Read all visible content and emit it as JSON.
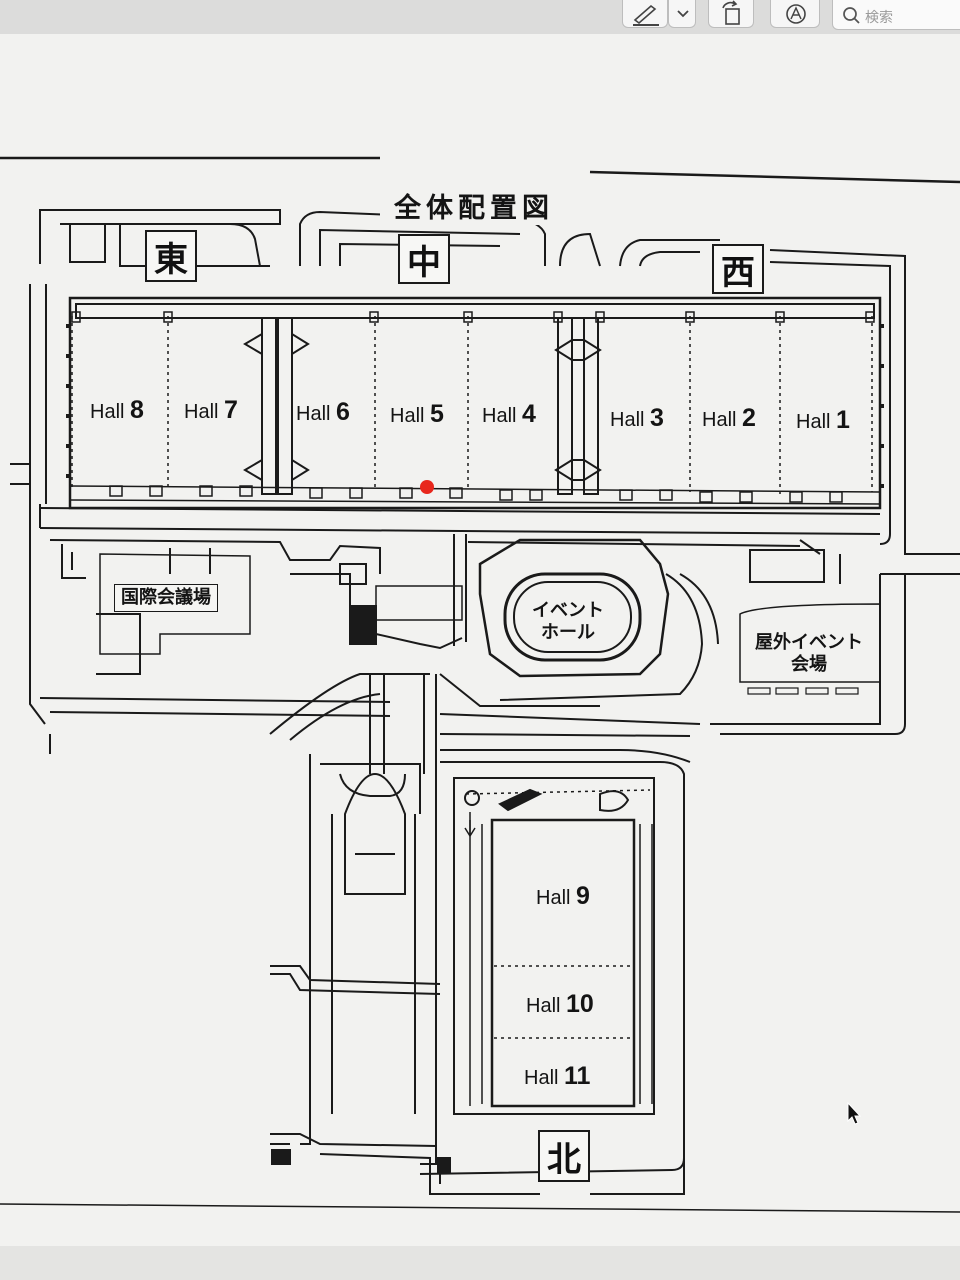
{
  "toolbar": {
    "search_placeholder": "検索",
    "icons": [
      "pen-icon",
      "chevron-down-icon",
      "rotate-icon",
      "markup-icon",
      "search-icon"
    ]
  },
  "map": {
    "title": "全体配置図",
    "zones": {
      "east": "東",
      "center": "中",
      "west": "西",
      "north": "北"
    },
    "halls": [
      {
        "prefix": "Hall ",
        "number": "8"
      },
      {
        "prefix": "Hall ",
        "number": "7"
      },
      {
        "prefix": "Hall ",
        "number": "6"
      },
      {
        "prefix": "Hall ",
        "number": "5"
      },
      {
        "prefix": "Hall ",
        "number": "4"
      },
      {
        "prefix": "Hall ",
        "number": "3"
      },
      {
        "prefix": "Hall ",
        "number": "2"
      },
      {
        "prefix": "Hall ",
        "number": "1"
      },
      {
        "prefix": "Hall ",
        "number": "9"
      },
      {
        "prefix": "Hall ",
        "number": "10"
      },
      {
        "prefix": "Hall ",
        "number": "11"
      }
    ],
    "facilities": {
      "conference": "国際会議場",
      "event_hall_line1": "イベント",
      "event_hall_line2": "ホール",
      "outdoor_line1": "屋外イベント",
      "outdoor_line2": "会場"
    },
    "colors": {
      "marker": "#e8271c",
      "line": "#1a1a1a",
      "paper": "#f2f2f0"
    }
  }
}
